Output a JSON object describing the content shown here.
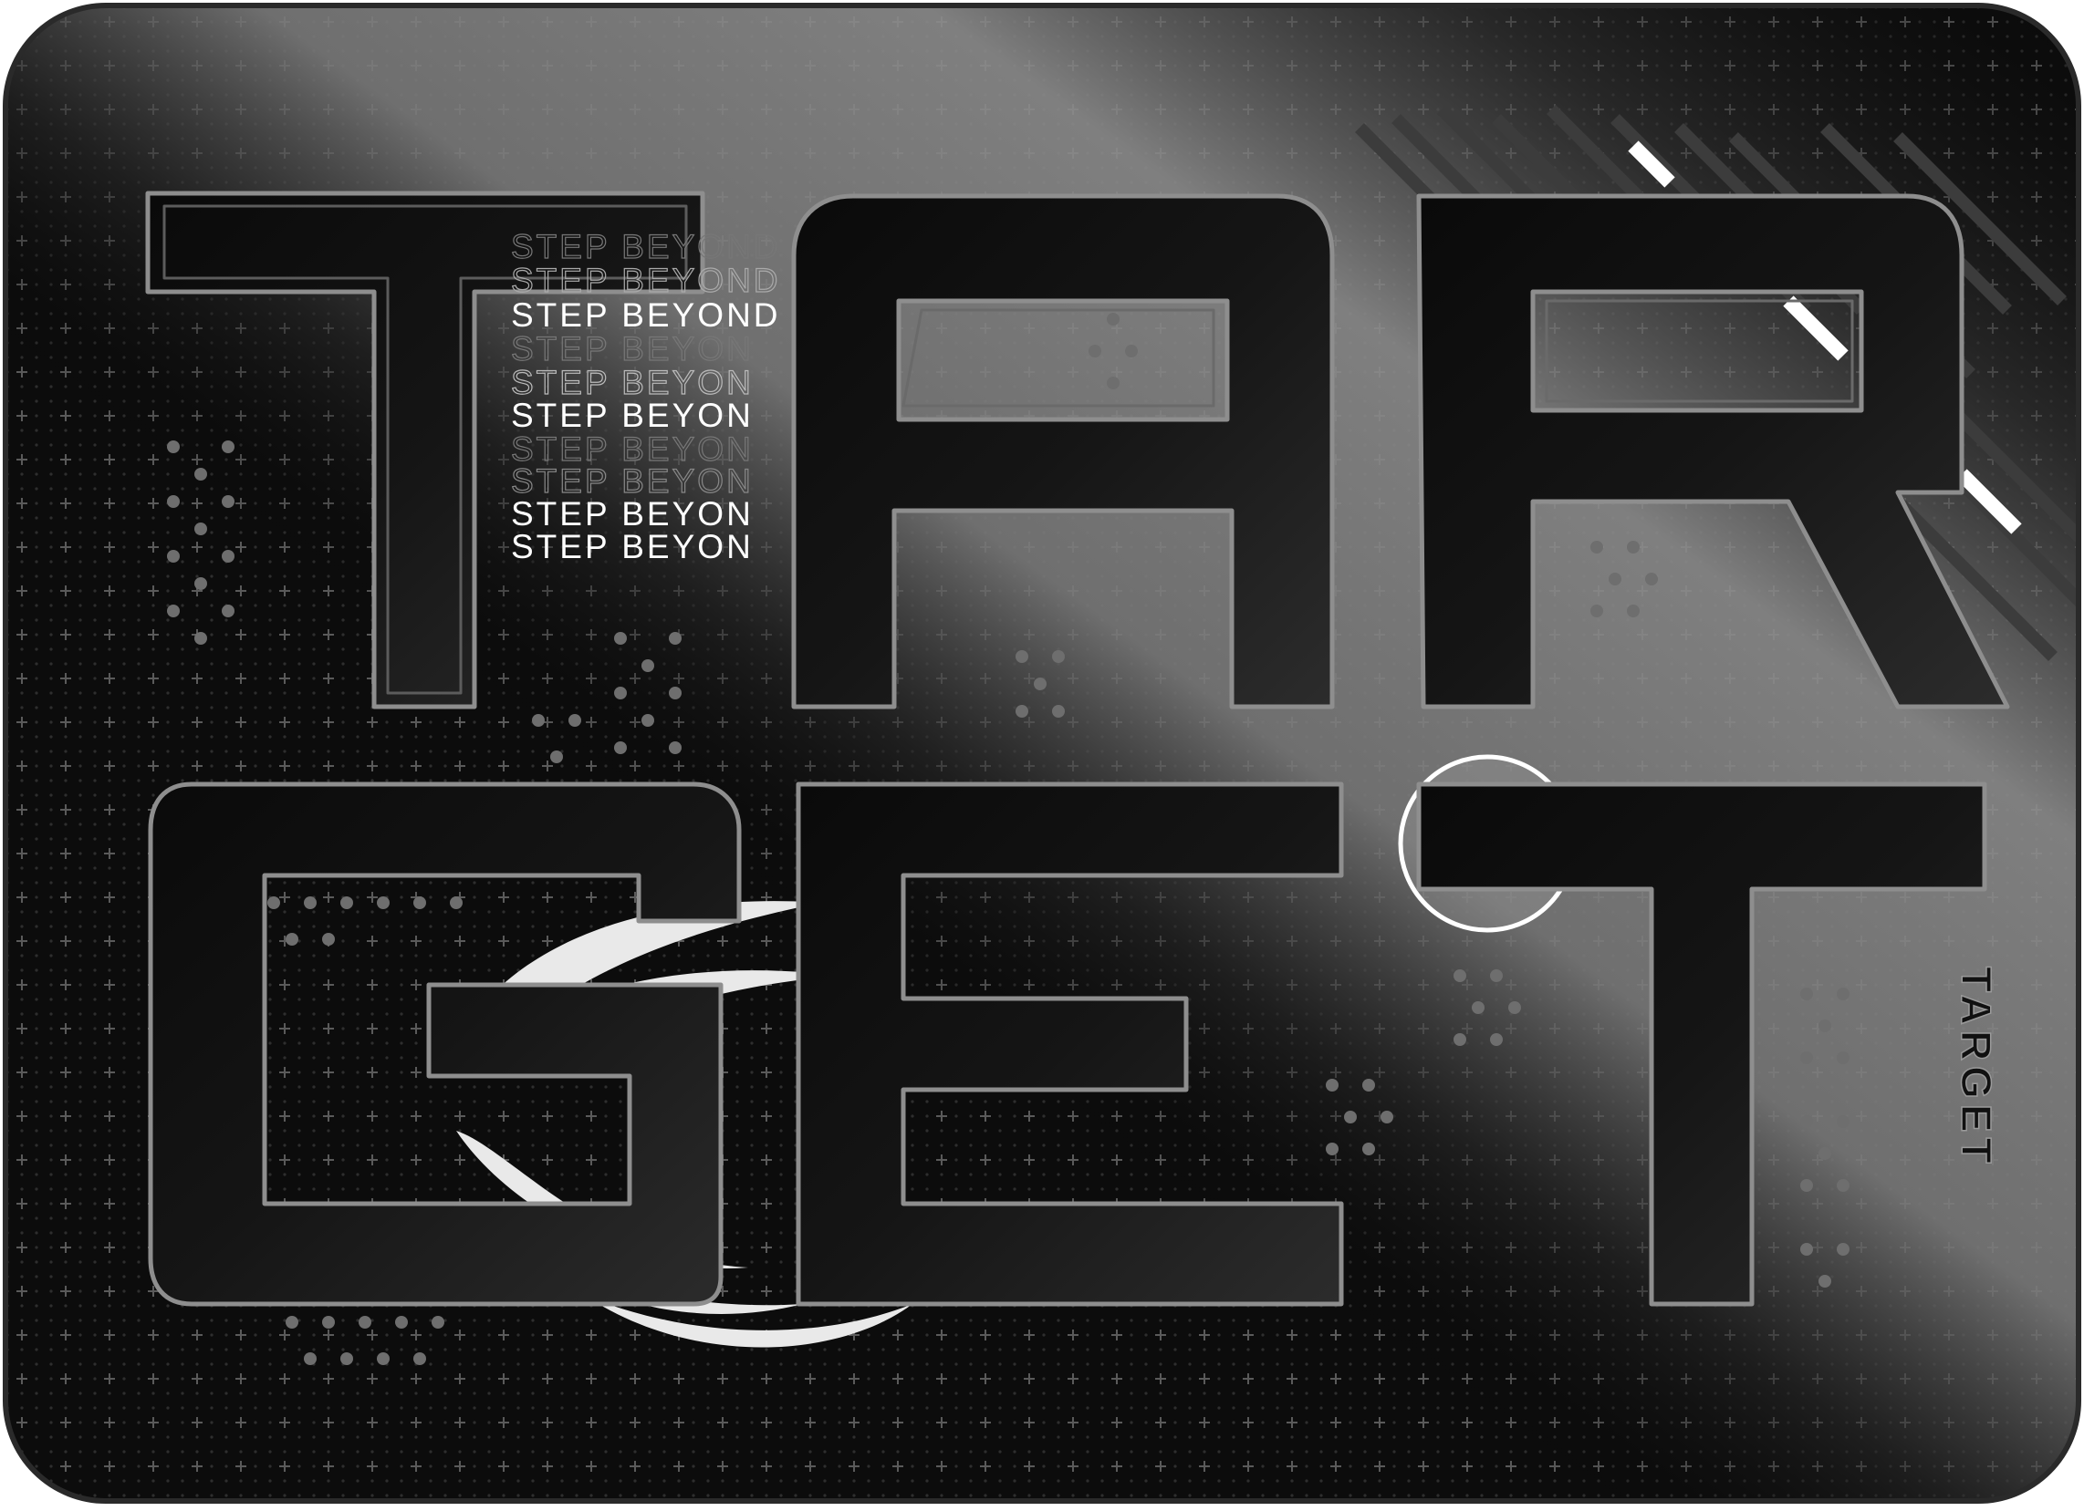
{
  "artwork": {
    "big_word_top": [
      "T",
      "A",
      "R"
    ],
    "big_word_bottom": [
      "G",
      "E",
      "T"
    ],
    "tagline_lines": [
      "STEP BEYOND",
      "STEP BEYOND",
      "STEP BEYOND",
      "STEP BEYON",
      "STEP BEYON",
      "STEP BEYON",
      "STEP BEYON",
      "STEP BEYON",
      "STEP BEYON",
      "STEP BEYON"
    ],
    "brand_vertical": "TARGET"
  },
  "colors": {
    "background": "#0c0c0c",
    "sheen": "#6a6a6a",
    "letter_fill": "#050505",
    "letter_edge": "#9a9a9a",
    "accent_white": "#ffffff"
  }
}
